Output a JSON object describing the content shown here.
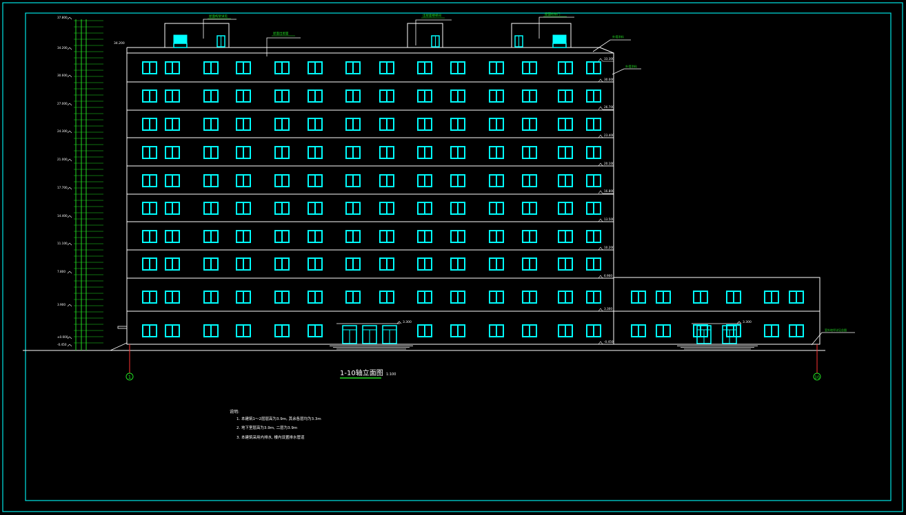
{
  "colors": {
    "background": "#000000",
    "frame": "#00e5e5",
    "outline": "#ffffff",
    "window": "#00ffff",
    "annotation": "#22dd22",
    "axis_marker": "#ff3333"
  },
  "elevation_levels": [
    "37.800",
    "34.200",
    "30.600",
    "27.000",
    "24.300",
    "21.000",
    "17.700",
    "14.400",
    "11.100",
    "7.800",
    "3.900",
    "±0.000",
    "-0.450"
  ],
  "right_levels": [
    "33.300",
    "30.000",
    "26.700",
    "23.400",
    "20.100",
    "16.800",
    "13.500",
    "10.200",
    "6.900",
    "3.300",
    "-0.450"
  ],
  "parapet_level": "34.200",
  "entrance_level": "3.300",
  "roof_labels": [
    "屋面构架详见",
    "屋面出屋面",
    "出屋面楼梯间",
    "屋面检修门"
  ],
  "side_label": "外墙涂料",
  "ground_label": "室外地坪详见总图",
  "axis": {
    "left": "1",
    "right": "10"
  },
  "title": "1-10轴立面图",
  "scale": "1:100",
  "notes": {
    "heading": "说明:",
    "items": [
      "1. 本建筑1～2层层高为3.9m, 其余各层均为3.3m",
      "2. 地下室层高为3.9m, 二层为3.9m",
      "3. 本建筑采用内排水, 楼内设置排水管道"
    ]
  }
}
